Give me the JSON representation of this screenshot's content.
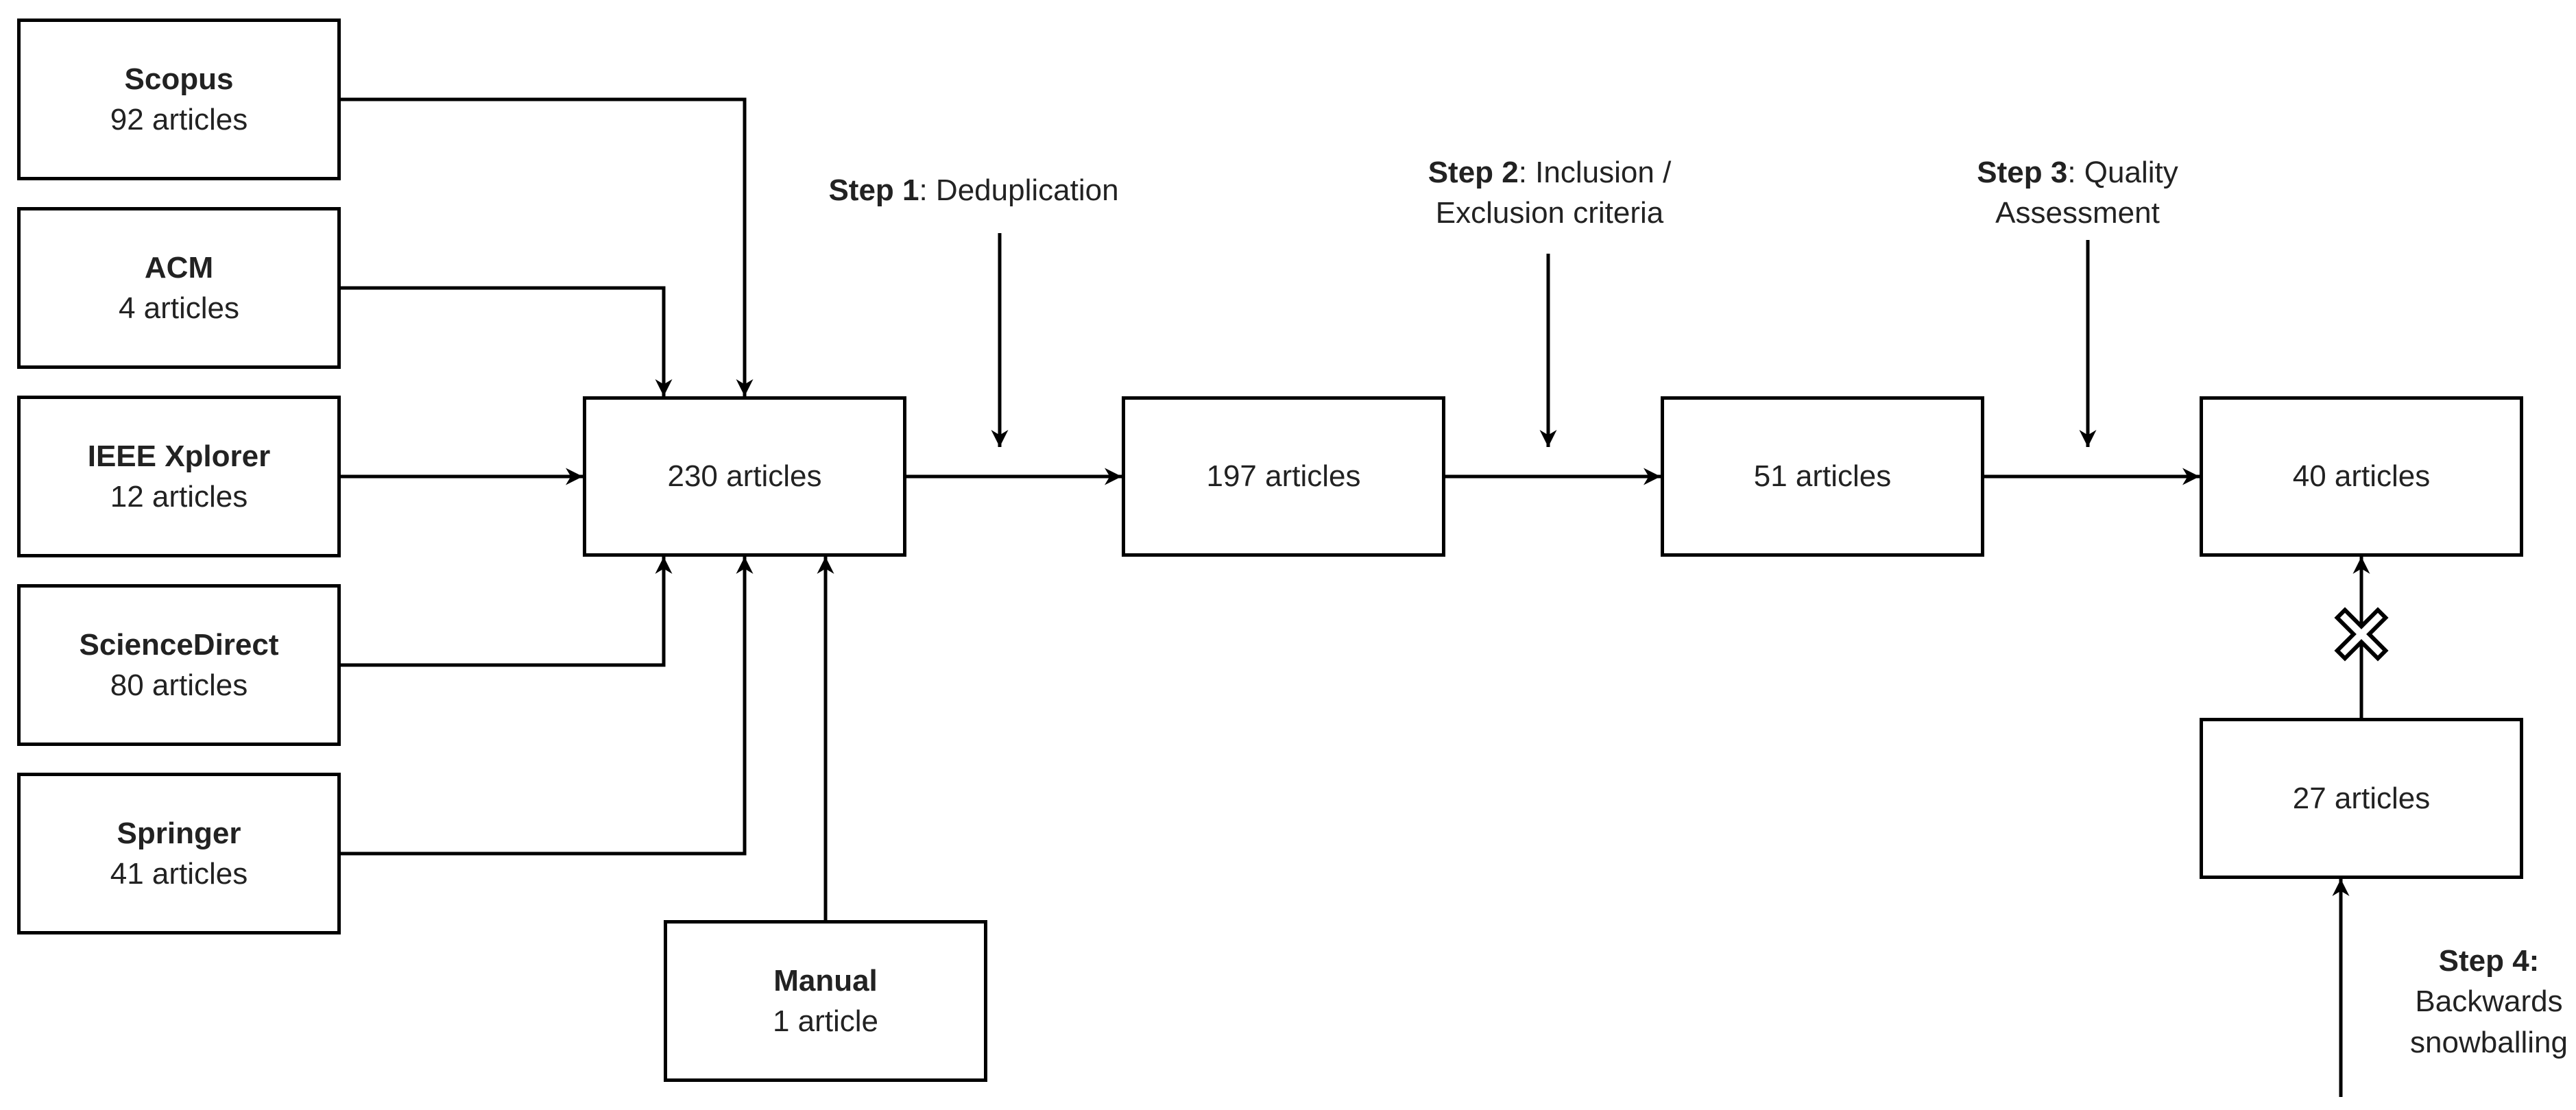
{
  "sources": [
    {
      "name": "Scopus",
      "count": "92 articles"
    },
    {
      "name": "ACM",
      "count": "4 articles"
    },
    {
      "name": "IEEE Xplorer",
      "count": "12 articles"
    },
    {
      "name": "ScienceDirect",
      "count": "80 articles"
    },
    {
      "name": "Springer",
      "count": "41 articles"
    }
  ],
  "manual": {
    "name": "Manual",
    "count": "1 article"
  },
  "stages": [
    {
      "count": "230 articles"
    },
    {
      "count": "197 articles"
    },
    {
      "count": "51 articles"
    },
    {
      "count": "40 articles"
    },
    {
      "count": "27 articles"
    }
  ],
  "steps": [
    {
      "bold": "Step 1",
      "text": ": Deduplication"
    },
    {
      "bold": "Step 2",
      "text": ": Inclusion /",
      "text2": "Exclusion criteria"
    },
    {
      "bold": "Step 3",
      "text": ": Quality",
      "text2": "Assessment"
    },
    {
      "bold": "Step 4:",
      "text": "Backwards",
      "text2": "snowballing"
    }
  ]
}
